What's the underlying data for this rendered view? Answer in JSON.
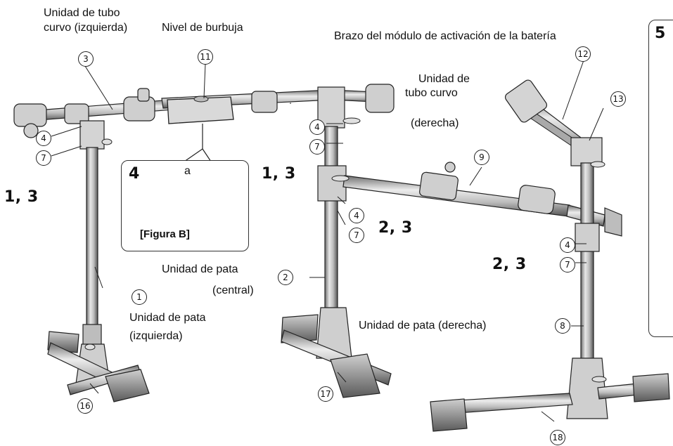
{
  "labels": {
    "tube_left": "Unidad de tubo\ncurvo (izquierda)",
    "bubble_level": "Nivel de burbuja",
    "arm": "Brazo del módulo de activación de la batería",
    "tube_right": "Unidad de\ntubo curvo\n(derecha)",
    "leg_center": "Unidad de pata\n(central)",
    "leg_left": "Unidad de pata\n(izquierda)",
    "leg_right": "Unidad de pata (derecha)"
  },
  "steps": {
    "left": "1, 3",
    "center": "1, 3",
    "mid": "2, 3",
    "right": "2, 3"
  },
  "callouts": {
    "n1": "1",
    "n2": "2",
    "n3": "3",
    "n4": "4",
    "n7": "7",
    "n8": "8",
    "n9": "9",
    "n11": "11",
    "n12": "12",
    "n13": "13",
    "n16": "16",
    "n17": "17",
    "n18": "18"
  },
  "inset": {
    "step": "4",
    "marker": "a",
    "caption": "[Figura B]"
  },
  "panel": {
    "step": "5"
  }
}
